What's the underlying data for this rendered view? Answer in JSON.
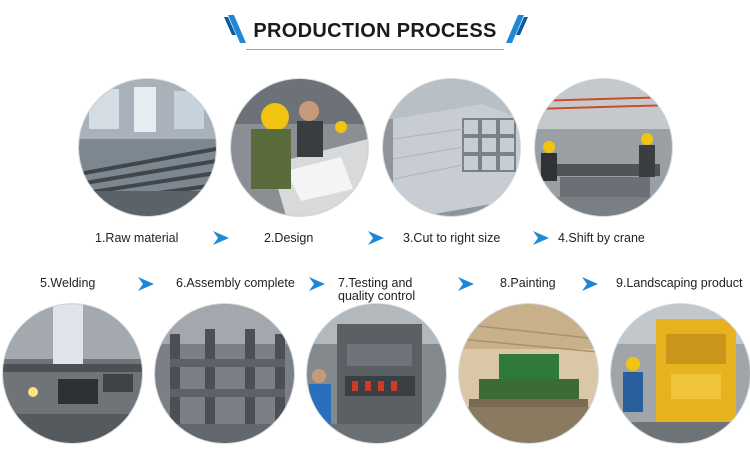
{
  "header": {
    "title": "PRODUCTION PROCESS"
  },
  "colors": {
    "arrow": "#1e88d6",
    "accent": "#1e88d6",
    "text": "#222222"
  },
  "steps": [
    {
      "label": "1.Raw material"
    },
    {
      "label": "2.Design"
    },
    {
      "label": "3.Cut to right size"
    },
    {
      "label": "4.Shift by crane"
    },
    {
      "label": "5.Welding"
    },
    {
      "label": "6.Assembly complete"
    },
    {
      "label_line1": "7.Testing and",
      "label_line2": "quality control"
    },
    {
      "label": "8.Painting"
    },
    {
      "label": "9.Landscaping product"
    }
  ],
  "icons": [
    "arrow-right-icon",
    "corner-bracket-icon"
  ]
}
